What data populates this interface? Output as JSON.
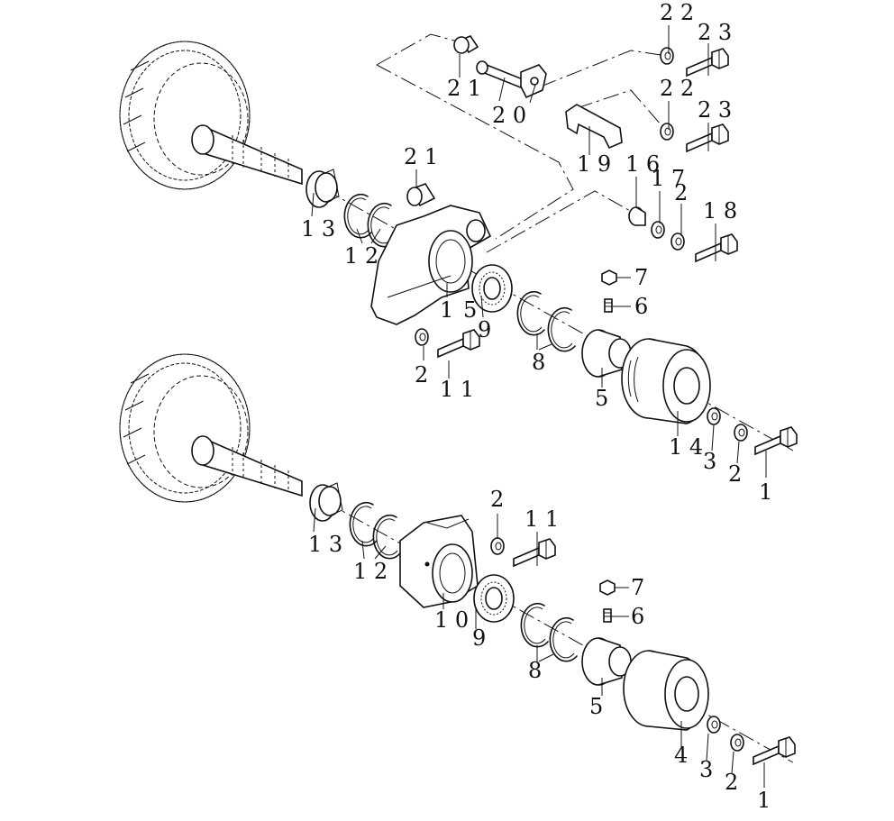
{
  "labels": {
    "top": {
      "l22a": "2 2",
      "l23a": "2 3",
      "l22b": "2 2",
      "l23b": "2 3",
      "l21left": "2 1",
      "l20": "2 0",
      "l19": "1 9",
      "l21": "2 1",
      "l16": "1 6",
      "l17": "1 7",
      "l2c": "2",
      "l18": "1 8",
      "l13": "1 3",
      "l12": "1 2",
      "l1": "1",
      "l5": "5",
      "l9": "9",
      "l7": "7",
      "l6": "6",
      "l8": "8",
      "l2": "2",
      "l11": "1 1",
      "l5b": "5",
      "l14": "1 4",
      "l3": "3",
      "l2d": "2",
      "l1b": "1"
    },
    "bottom": {
      "l2": "2",
      "l11": "1 1",
      "l13": "1 3",
      "l12": "1 2",
      "l10": "1 0",
      "l9": "9",
      "l8": "8",
      "l7": "7",
      "l6": "6",
      "l5": "5",
      "l4": "4",
      "l3": "3",
      "l2b": "2",
      "l1": "1"
    }
  }
}
